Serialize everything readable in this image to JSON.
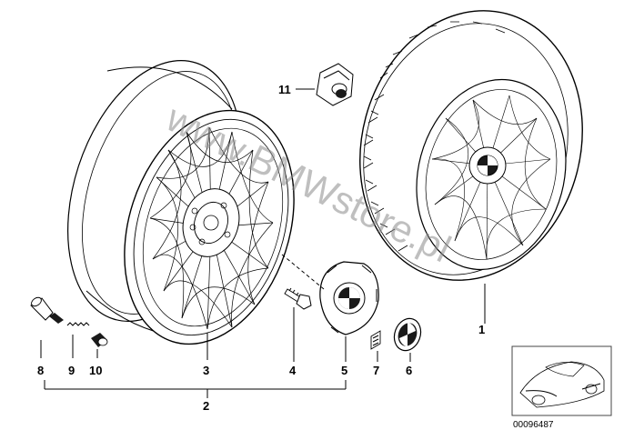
{
  "labels": {
    "l1": "1",
    "l2": "2",
    "l3": "3",
    "l4": "4",
    "l5": "5",
    "l6": "6",
    "l7": "7",
    "l8": "8",
    "l9": "9",
    "l10": "10",
    "l11": "11"
  },
  "watermark": "www.BMWstore.pl",
  "thumbnail": {
    "code": "00096487"
  }
}
